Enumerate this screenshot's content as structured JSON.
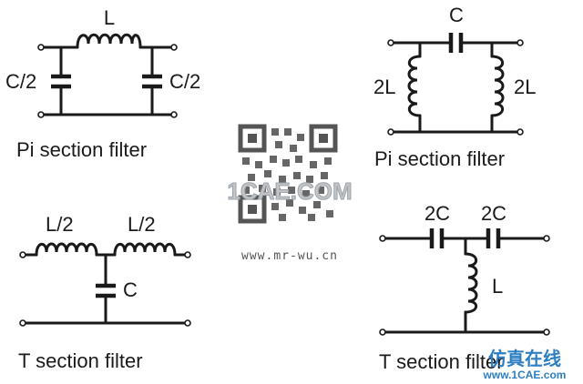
{
  "circuits": [
    {
      "id": "pi-lc",
      "title": "Pi section filter",
      "labels": {
        "inductor": "L",
        "cap_left": "C/2",
        "cap_right": "C/2"
      }
    },
    {
      "id": "t-lc",
      "title": "T section filter",
      "labels": {
        "inductor_left": "L/2",
        "inductor_right": "L/2",
        "capacitor": "C"
      }
    },
    {
      "id": "pi-cl",
      "title": "Pi section filter",
      "labels": {
        "capacitor": "C",
        "inductor_left": "2L",
        "inductor_right": "2L"
      }
    },
    {
      "id": "t-cl",
      "title": "T section filter",
      "labels": {
        "capacitor_left": "2C",
        "capacitor_right": "2C",
        "inductor": "L"
      }
    }
  ],
  "watermark": {
    "site_big": "1CAE.COM",
    "url": "www.mr-wu.cn",
    "cn_text": "仿真在线",
    "cn_site": "www.1CAE.com"
  },
  "colors": {
    "ink": "#1a1a1a",
    "watermark_blue": "#2e7fc2",
    "watermark_gray": "#c4c4c4"
  }
}
